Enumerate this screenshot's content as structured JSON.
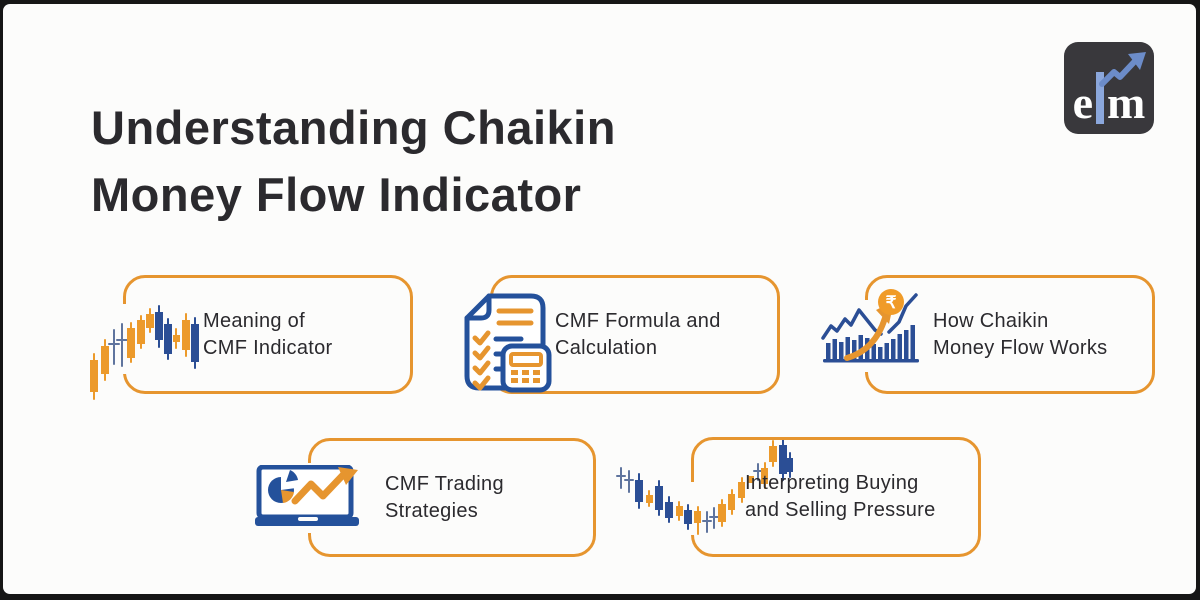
{
  "header": {
    "title_line1": "Understanding Chaikin",
    "title_line2": "Money Flow Indicator"
  },
  "logo": {
    "text": "elm"
  },
  "cards": [
    {
      "line1": "Meaning of",
      "line2": "CMF Indicator"
    },
    {
      "line1": "CMF Formula and",
      "line2": "Calculation"
    },
    {
      "line1": "How Chaikin",
      "line2": "Money Flow Works"
    },
    {
      "line1": "CMF Trading",
      "line2": "Strategies"
    },
    {
      "line1": "Interpreting Buying",
      "line2": "and Selling Pressure"
    }
  ],
  "icons": [
    "candlestick-uptrend-icon",
    "document-calculator-icon",
    "bar-chart-rupee-growth-icon",
    "laptop-pie-chart-arrow-icon",
    "candlestick-reversal-icon"
  ],
  "currency_symbol": "₹",
  "colors": {
    "accent_orange": "#E6952F",
    "candle_orange": "#EC9A2B",
    "navy_blue": "#2B4E95",
    "muted_blue": "#5F749E",
    "title_text": "#2B2A2E",
    "frame_dark": "#161616",
    "background": "#FCFCFB",
    "logo_background": "#39383C",
    "logo_arrow_blue": "#6C8CC9",
    "logo_letter_blue": "#8BA7DC",
    "coin_orange": "#F09B28"
  }
}
